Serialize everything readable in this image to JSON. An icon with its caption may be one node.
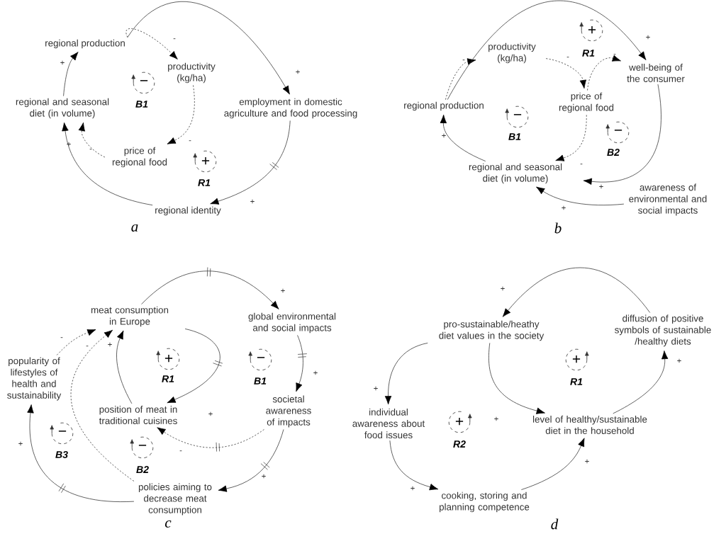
{
  "diagram": {
    "nodes": [
      {
        "text": [
          "regional production"
        ]
      },
      {
        "text": [
          "productivity (kg/ha)"
        ]
      },
      {
        "text": [
          "employment in domestic agriculture and food processing"
        ]
      },
      {
        "text": [
          "regional and seasonal diet (in volume)"
        ]
      },
      {
        "text": [
          "price of regional food"
        ]
      },
      {
        "text": [
          "regional identity"
        ]
      },
      {
        "text": [
          "−",
          "B1"
        ]
      },
      {
        "text": [
          "+",
          "R1"
        ]
      },
      {
        "text": [
          "productivity (kg/ha)"
        ]
      },
      {
        "text": [
          "well-being of the consumer"
        ]
      },
      {
        "text": [
          "regional production"
        ]
      },
      {
        "text": [
          "price of regional food"
        ]
      },
      {
        "text": [
          "regional and seasonal diet (in volume)"
        ]
      },
      {
        "text": [
          "awareness of environmental and social impacts"
        ]
      },
      {
        "text": [
          "+",
          "R1"
        ]
      },
      {
        "text": [
          "−",
          "B1"
        ]
      },
      {
        "text": [
          "−",
          "B2"
        ]
      },
      {
        "text": [
          "meat consumption in Europe"
        ]
      },
      {
        "text": [
          "global environmental and social impacts"
        ]
      },
      {
        "text": [
          "popularity of lifestyles of health and sustainability"
        ]
      },
      {
        "text": [
          "position of meat in traditional cuisines"
        ]
      },
      {
        "text": [
          "societal awareness of impacts"
        ]
      },
      {
        "text": [
          "policies aiming to decrease meat consumption"
        ]
      },
      {
        "text": [
          "+",
          "R1"
        ]
      },
      {
        "text": [
          "−",
          "B1"
        ]
      },
      {
        "text": [
          "−",
          "B2"
        ]
      },
      {
        "text": [
          "−",
          "B3"
        ]
      },
      {
        "text": [
          "pro-sustainable/heathy diet values in the society"
        ]
      },
      {
        "text": [
          "diffusion of positive symbols of sustainable /healthy diets"
        ]
      },
      {
        "text": [
          "individual awareness about food issues"
        ]
      },
      {
        "text": [
          "level of healthy/sustainable diet in the household"
        ]
      },
      {
        "text": [
          "cooking, storing and planning competence"
        ]
      },
      {
        "text": [
          "+",
          "R1"
        ]
      },
      {
        "text": [
          "+",
          "R2"
        ]
      }
    ],
    "edges": [
      {
        "from": 3,
        "to": 0,
        "arrow": "to",
        "label": "+"
      },
      {
        "from": 0,
        "to": 1,
        "arrow": "to",
        "label": "-",
        "style": "dashed"
      },
      {
        "from": 1,
        "to": 4,
        "arrow": "to",
        "label": "-",
        "style": "dashed"
      },
      {
        "from": 4,
        "to": 3,
        "arrow": "to",
        "label": "-",
        "style": "dashed"
      },
      {
        "from": 0,
        "to": 2,
        "arrow": "to",
        "label": "+"
      },
      {
        "from": 2,
        "to": 5,
        "arrow": "to",
        "label": "+"
      },
      {
        "from": 5,
        "to": 3,
        "arrow": "to",
        "label": "+"
      },
      {
        "from": 10,
        "to": 8,
        "arrow": "to",
        "label": "-",
        "style": "dashed"
      },
      {
        "from": 8,
        "to": 11,
        "arrow": "to",
        "label": "-",
        "style": "dashed"
      },
      {
        "from": 11,
        "to": 9,
        "arrow": "to",
        "label": "-",
        "style": "dashed"
      },
      {
        "from": 11,
        "to": 12,
        "arrow": "to",
        "label": "-",
        "style": "dashed"
      },
      {
        "from": 12,
        "to": 10,
        "arrow": "to",
        "label": "+"
      },
      {
        "from": 10,
        "to": 9,
        "arrow": "to",
        "label": "+"
      },
      {
        "from": 9,
        "to": 12,
        "arrow": "to",
        "label": "+"
      },
      {
        "from": 13,
        "to": 12,
        "arrow": "to",
        "label": "+"
      },
      {
        "from": 17,
        "to": 18,
        "arrow": "to",
        "label": "+"
      },
      {
        "from": 18,
        "to": 21,
        "arrow": "to",
        "label": "+"
      },
      {
        "from": 17,
        "to": 20,
        "arrow": "to",
        "label": "+"
      },
      {
        "from": 20,
        "to": 17,
        "arrow": "to",
        "label": "+"
      },
      {
        "from": 21,
        "to": 20,
        "arrow": "to",
        "label": "-",
        "style": "dashed"
      },
      {
        "from": 21,
        "to": 22,
        "arrow": "to",
        "label": "+"
      },
      {
        "from": 22,
        "to": 17,
        "arrow": "to",
        "label": "-",
        "style": "dashed"
      },
      {
        "from": 22,
        "to": 19,
        "arrow": "to",
        "label": "+"
      },
      {
        "from": 19,
        "to": 17,
        "arrow": "to",
        "label": "-",
        "style": "dashed"
      },
      {
        "from": 28,
        "to": 27,
        "arrow": "to",
        "label": "+"
      },
      {
        "from": 27,
        "to": 29,
        "arrow": "to",
        "label": "+"
      },
      {
        "from": 27,
        "to": 30,
        "arrow": "to",
        "label": "+"
      },
      {
        "from": 29,
        "to": 31,
        "arrow": "to",
        "label": "+"
      },
      {
        "from": 31,
        "to": 30,
        "arrow": "to",
        "label": "+"
      },
      {
        "from": 30,
        "to": 28,
        "arrow": "to",
        "label": "+"
      }
    ],
    "labels": [
      "a",
      "b",
      "c",
      "d"
    ]
  }
}
